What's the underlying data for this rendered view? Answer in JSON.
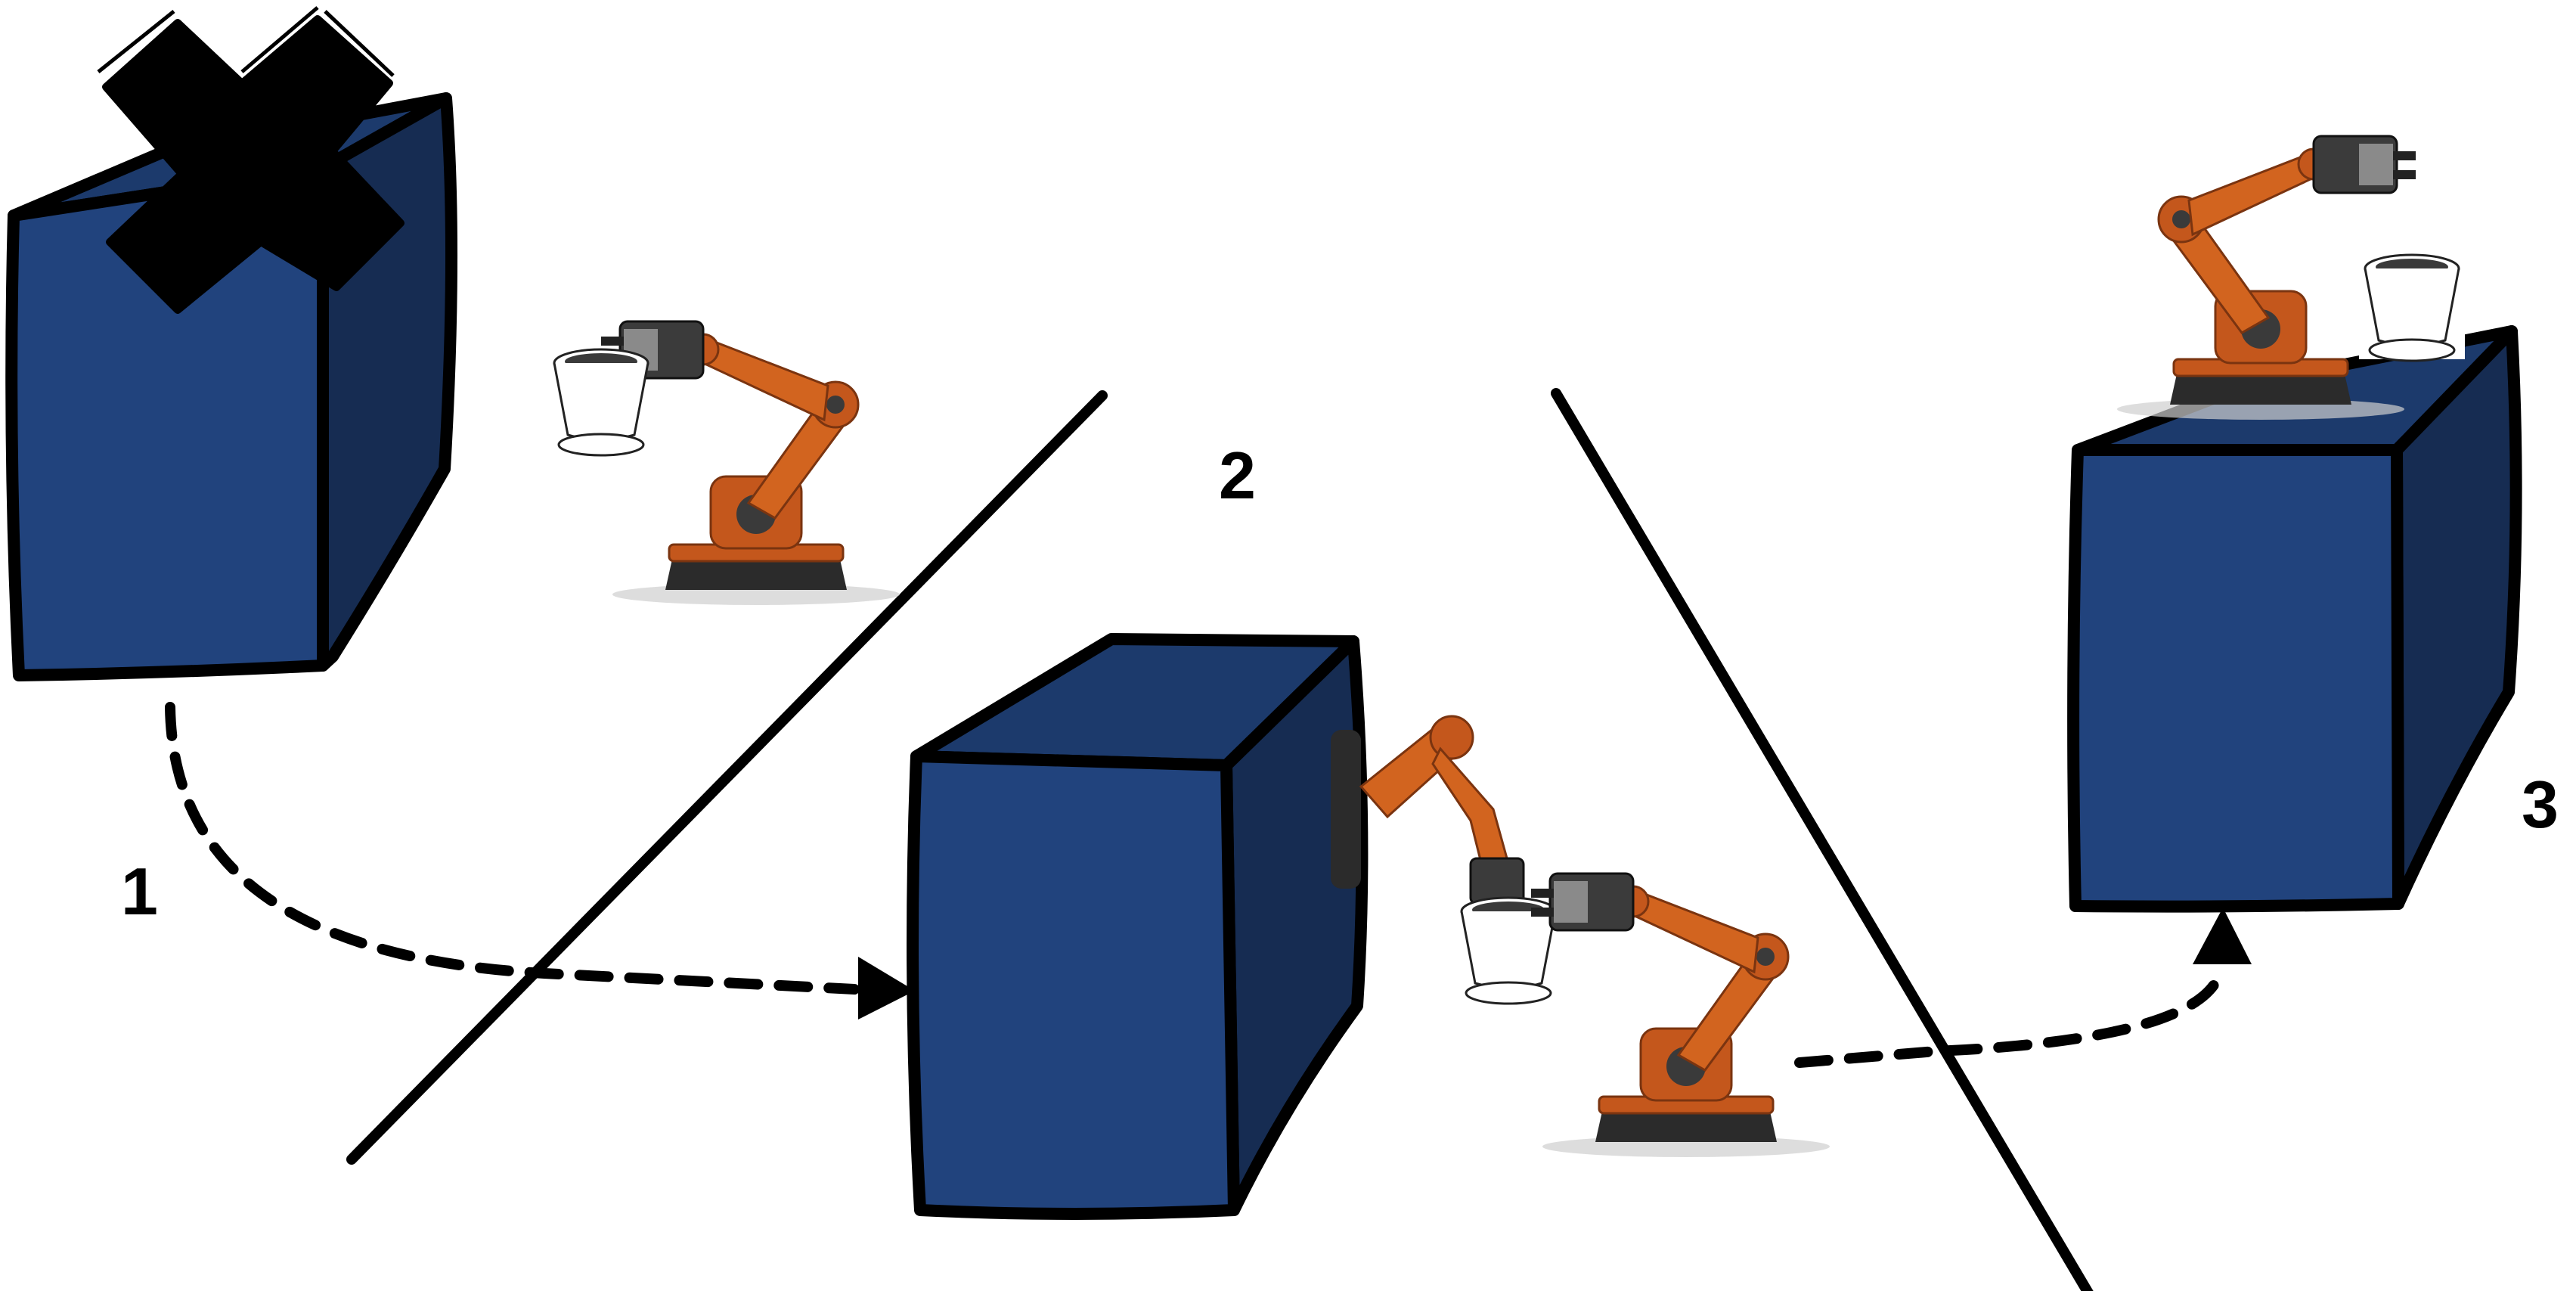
{
  "steps": [
    {
      "id": "1",
      "label": "1"
    },
    {
      "id": "2",
      "label": "2"
    },
    {
      "id": "3",
      "label": "3"
    }
  ],
  "colors": {
    "box_front": "#21437d",
    "box_top": "#1c3a6c",
    "box_side": "#162c52",
    "outline": "#000000",
    "robot_orange": "#c4571c",
    "robot_dark": "#2b2b2b",
    "pot_white": "#ffffff"
  },
  "icons": [
    "cross-mark-icon",
    "robot-arm-icon",
    "plant-pot-icon",
    "arrow-head-icon"
  ]
}
